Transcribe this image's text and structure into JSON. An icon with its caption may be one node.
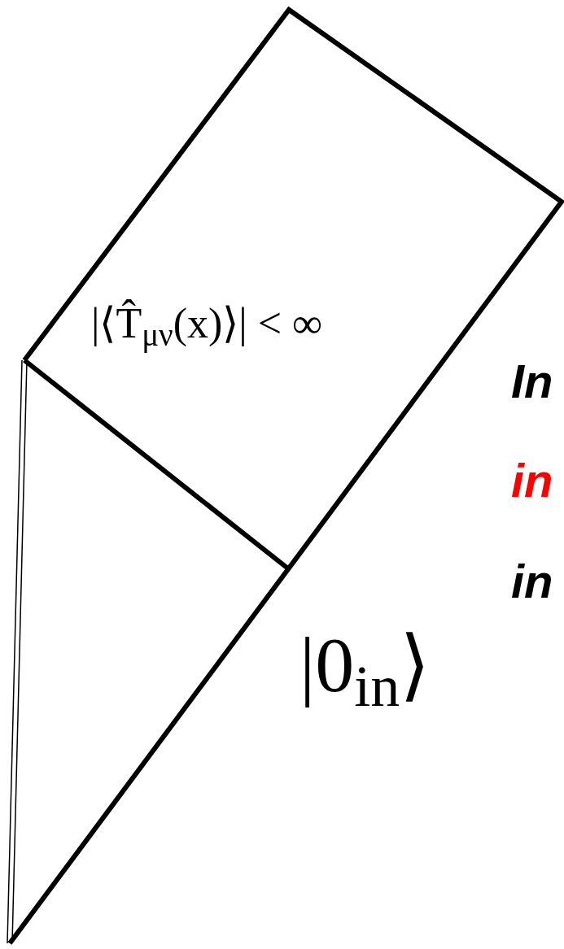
{
  "diagram": {
    "labels": [
      "|⟨T̂$_{μν}$(x)⟩| < ∞",
      "|0$_{in}$⟩",
      "In",
      "in",
      "in"
    ]
  }
}
